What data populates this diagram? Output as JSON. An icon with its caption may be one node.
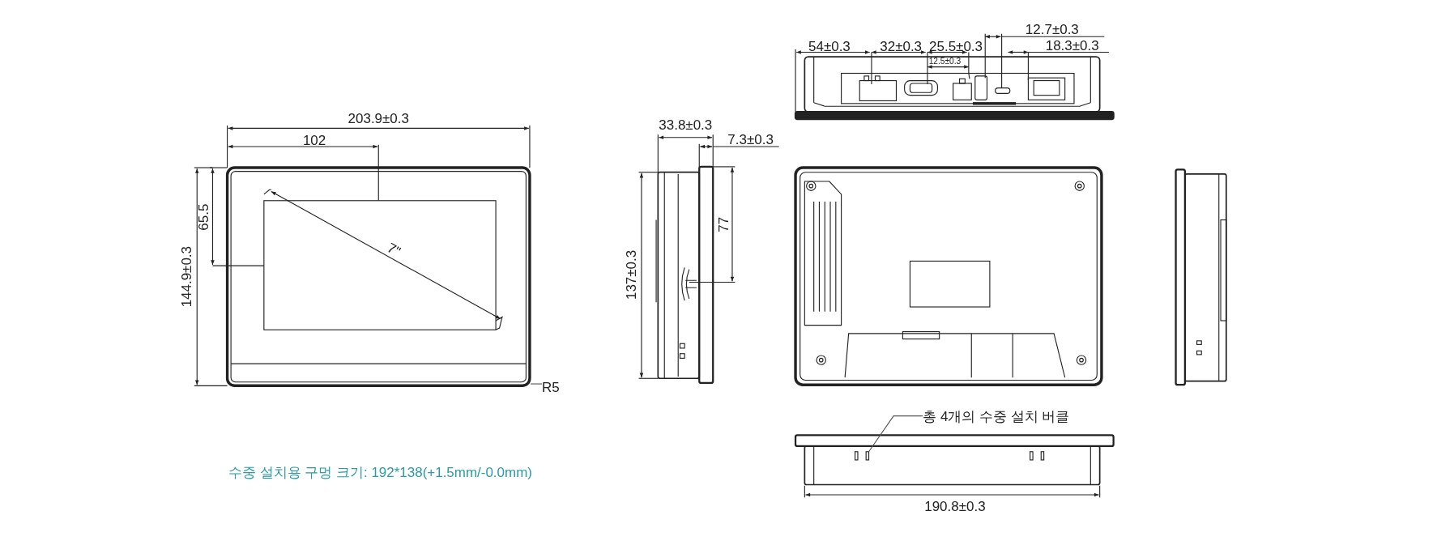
{
  "diagram": {
    "nodes": [
      {
        "text": [
          "총 4개의 수중 설치 버클"
        ]
      },
      {
        "text": [],
        "shape": "box"
      },
      {
        "text": [
          "R5"
        ]
      }
    ],
    "edges": [
      {
        "from": 0,
        "to": 1,
        "arrow": "none"
      },
      {
        "from": 2,
        "to": null,
        "arrow": "none"
      }
    ],
    "labels": [
      "12.7±0.3",
      "54±0.3",
      "32±0.3",
      "25.5±0.3",
      "18.3±0.3",
      "12.5±0.3",
      "203.9±0.3",
      "33.8±0.3",
      "102",
      "7.3±0.3",
      "65.5",
      "7\"",
      "77",
      "144.9±0.3",
      "137±0.3",
      "190.8±0.3",
      "수중 설치용 구멍 크기: 192*138(+1.5mm/-0.0mm)"
    ]
  }
}
